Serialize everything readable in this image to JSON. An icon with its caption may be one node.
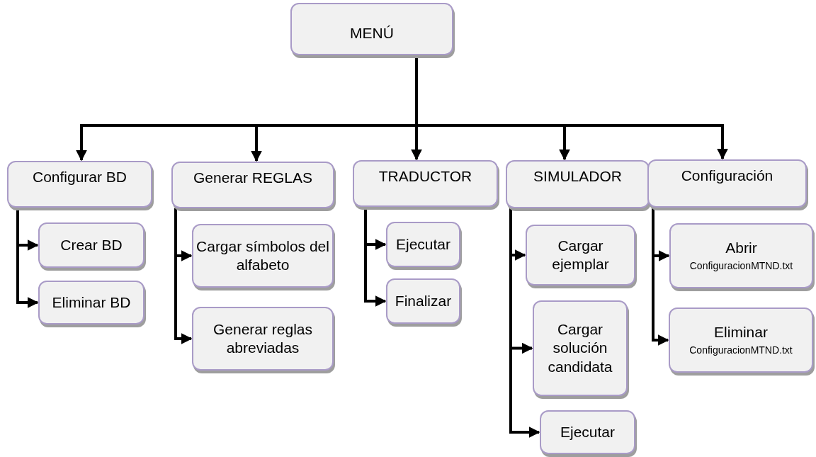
{
  "diagram": {
    "nodes": [
      {
        "text": [
          "MENÚ"
        ]
      },
      {
        "text": [
          "Configurar BD"
        ]
      },
      {
        "text": [
          "Generar REGLAS"
        ]
      },
      {
        "text": [
          "TRADUCTOR"
        ]
      },
      {
        "text": [
          "SIMULADOR"
        ]
      },
      {
        "text": [
          "Configuración"
        ]
      },
      {
        "text": [
          "Crear BD"
        ]
      },
      {
        "text": [
          "Eliminar BD"
        ]
      },
      {
        "text": [
          "Cargar símbolos del alfabeto"
        ]
      },
      {
        "text": [
          "Generar reglas abreviadas"
        ]
      },
      {
        "text": [
          "Ejecutar"
        ]
      },
      {
        "text": [
          "Finalizar"
        ]
      },
      {
        "text": [
          "Cargar ejemplar"
        ]
      },
      {
        "text": [
          "Cargar solución candidata"
        ]
      },
      {
        "text": [
          "Ejecutar"
        ]
      },
      {
        "text": [
          "Abrir",
          "ConfiguracionMTND.txt"
        ]
      },
      {
        "text": [
          "Eliminar",
          "ConfiguracionMTND.txt"
        ]
      }
    ],
    "edges": [
      {
        "from": 0,
        "to": 1,
        "arrow": "to"
      },
      {
        "from": 0,
        "to": 2,
        "arrow": "to"
      },
      {
        "from": 0,
        "to": 3,
        "arrow": "to"
      },
      {
        "from": 0,
        "to": 4,
        "arrow": "to"
      },
      {
        "from": 0,
        "to": 5,
        "arrow": "to"
      },
      {
        "from": 1,
        "to": 6,
        "arrow": "to"
      },
      {
        "from": 1,
        "to": 7,
        "arrow": "to"
      },
      {
        "from": 2,
        "to": 8,
        "arrow": "to"
      },
      {
        "from": 2,
        "to": 9,
        "arrow": "to"
      },
      {
        "from": 3,
        "to": 10,
        "arrow": "to"
      },
      {
        "from": 3,
        "to": 11,
        "arrow": "to"
      },
      {
        "from": 4,
        "to": 12,
        "arrow": "to"
      },
      {
        "from": 4,
        "to": 13,
        "arrow": "to"
      },
      {
        "from": 4,
        "to": 14,
        "arrow": "to"
      },
      {
        "from": 5,
        "to": 15,
        "arrow": "to"
      },
      {
        "from": 5,
        "to": 16,
        "arrow": "to"
      }
    ]
  }
}
